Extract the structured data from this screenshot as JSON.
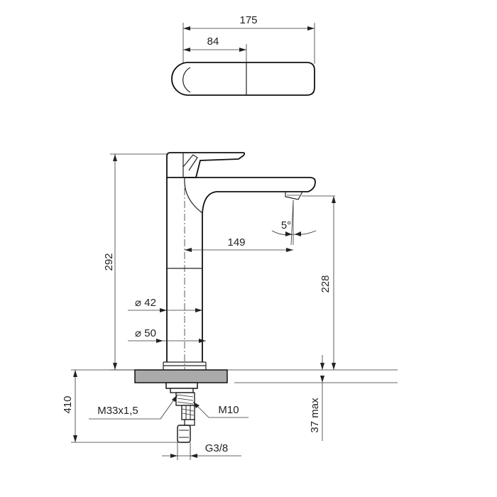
{
  "top_view": {
    "overall_width": "175",
    "lever_offset": "84"
  },
  "side_view": {
    "total_height": "292",
    "spout_reach": "149",
    "spout_angle": "5°",
    "spout_height": "228",
    "body_diameter": "⌀ 42",
    "base_diameter": "⌀ 50"
  },
  "installation": {
    "hose_length": "410",
    "shank_thread": "M33x1,5",
    "stud_thread": "M10",
    "max_counter_thickness": "37 max",
    "hose_connection": "G3/8"
  }
}
